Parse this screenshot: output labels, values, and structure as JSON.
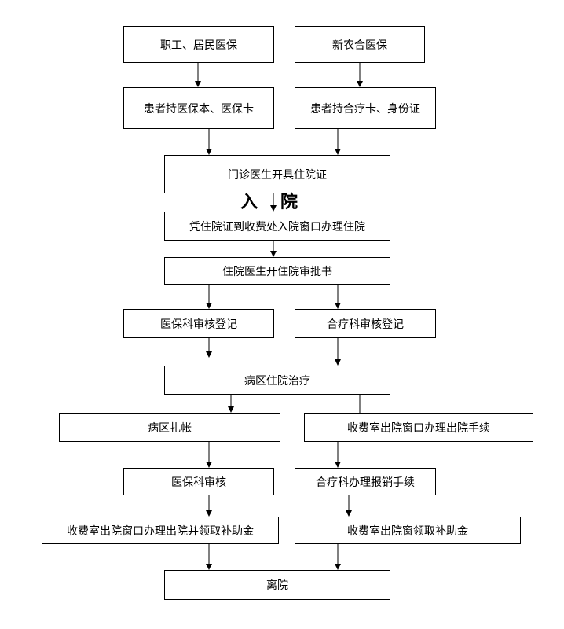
{
  "nodes": {
    "employee_insurance": "职工、居民医保",
    "rural_insurance": "新农合医保",
    "patient_insurance_card": "患者持医保本、医保卡",
    "patient_rural_card": "患者持合疗卡、身份证",
    "clinic_doctor": "门诊医生开具住院证",
    "admission_office": "凭住院证到收费处入院窗口办理住院",
    "doctor_approval": "住院医生开住院审批书",
    "insurance_dept_register": "医保科审核登记",
    "rural_dept_register": "合疗科审核登记",
    "ward_treatment": "病区住院治疗",
    "ward_billing": "病区扎帐",
    "discharge_procedure": "收费室出院窗口办理出院手续",
    "insurance_dept_review": "医保科审核",
    "rural_reimburse": "合疗科办理报销手续",
    "discharge_subsidy_insurance": "收费室出院窗口办理出院并领取补助金",
    "discharge_subsidy_rural": "收费室出院窗领取补助金",
    "leave_hospital": "离院"
  },
  "stage_labels": {
    "admission_left": "入",
    "admission_right": "院"
  }
}
